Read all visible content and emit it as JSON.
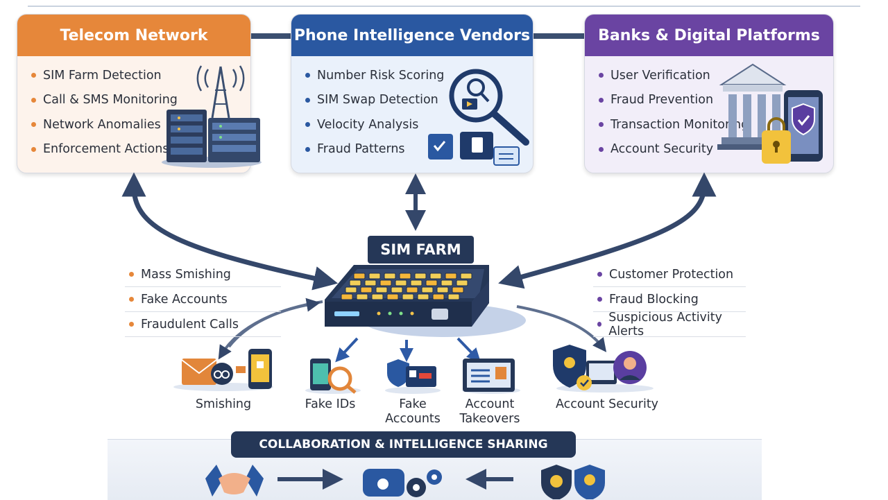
{
  "telecom": {
    "title": "Telecom Network",
    "items": [
      "SIM Farm Detection",
      "Call & SMS Monitoring",
      "Network Anomalies",
      "Enforcement Actions"
    ],
    "accent": "#e6873a"
  },
  "vendors": {
    "title": "Phone Intelligence Vendors",
    "items": [
      "Number Risk Scoring",
      "SIM Swap Detection",
      "Velocity Analysis",
      "Fraud Patterns"
    ],
    "accent": "#2a58a1"
  },
  "banks": {
    "title": "Banks & Digital Platforms",
    "items": [
      "User Verification",
      "Fraud Prevention",
      "Transaction Monitoring",
      "Account Security"
    ],
    "accent": "#6a44a2"
  },
  "sim_farm": {
    "title": "SIM FARM"
  },
  "threats": {
    "items": [
      "Mass Smishing",
      "Fake Accounts",
      "Fraudulent Calls"
    ]
  },
  "protections": {
    "items": [
      "Customer Protection",
      "Fraud Blocking",
      "Suspicious Activity Alerts"
    ]
  },
  "outcomes": {
    "smishing": "Smishing",
    "fake_ids": "Fake IDs",
    "fake_accounts_1": "Fake",
    "fake_accounts_2": "Accounts",
    "takeovers_1": "Account",
    "takeovers_2": "Takeovers",
    "account_security": "Account Security"
  },
  "collaboration": {
    "title": "COLLABORATION & INTELLIGENCE SHARING"
  },
  "icons": [
    "cell-tower-icon",
    "server-rack-icon",
    "magnifier-icon",
    "shield-check-icon",
    "bank-icon",
    "phone-shield-icon",
    "padlock-icon",
    "envelope-icon",
    "id-card-icon",
    "handshake-icon",
    "gears-icon",
    "police-badge-icon"
  ]
}
